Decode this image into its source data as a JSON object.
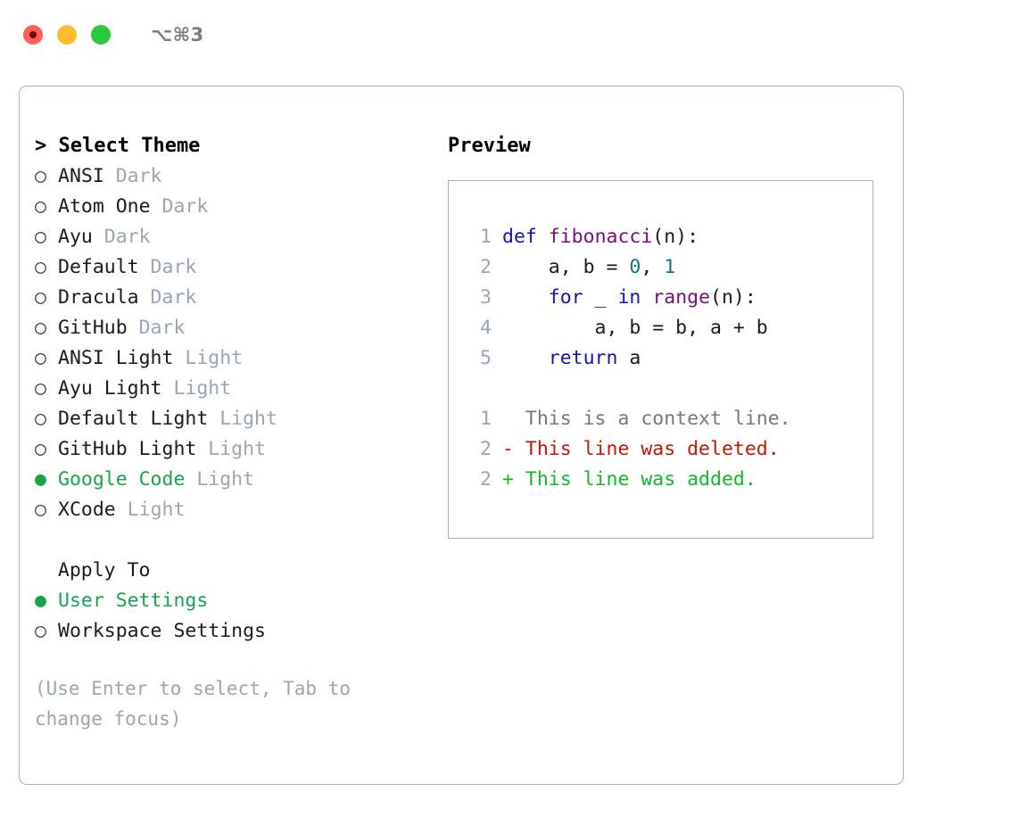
{
  "titlebar": {
    "shortcut": "⌥⌘3",
    "buttons": [
      "close",
      "minimize",
      "maximize"
    ]
  },
  "left": {
    "header": "> Select Theme",
    "themes": [
      {
        "bullet": "○",
        "name": "ANSI",
        "tag": "Dark",
        "selected": false
      },
      {
        "bullet": "○",
        "name": "Atom One",
        "tag": "Dark",
        "selected": false
      },
      {
        "bullet": "○",
        "name": "Ayu",
        "tag": "Dark",
        "selected": false
      },
      {
        "bullet": "○",
        "name": "Default",
        "tag": "Dark",
        "selected": false
      },
      {
        "bullet": "○",
        "name": "Dracula",
        "tag": "Dark",
        "selected": false
      },
      {
        "bullet": "○",
        "name": "GitHub",
        "tag": "Dark",
        "selected": false
      },
      {
        "bullet": "○",
        "name": "ANSI Light",
        "tag": "Light",
        "selected": false
      },
      {
        "bullet": "○",
        "name": "Ayu Light",
        "tag": "Light",
        "selected": false
      },
      {
        "bullet": "○",
        "name": "Default Light",
        "tag": "Light",
        "selected": false
      },
      {
        "bullet": "○",
        "name": "GitHub Light",
        "tag": "Light",
        "selected": false
      },
      {
        "bullet": "●",
        "name": "Google Code",
        "tag": "Light",
        "selected": true
      },
      {
        "bullet": "○",
        "name": "XCode",
        "tag": "Light",
        "selected": false
      }
    ],
    "apply_to_header": "  Apply To",
    "apply_to": [
      {
        "bullet": "●",
        "name": "User Settings",
        "selected": true
      },
      {
        "bullet": "○",
        "name": "Workspace Settings",
        "selected": false
      }
    ],
    "hint": "(Use Enter to select, Tab to change focus)"
  },
  "right": {
    "preview_label": "Preview",
    "code_lines": [
      {
        "lineno": "1",
        "tokens": [
          {
            "t": "def",
            "c": "kw"
          },
          {
            "t": " ",
            "c": "pl"
          },
          {
            "t": "fibonacci",
            "c": "fn"
          },
          {
            "t": "(n):",
            "c": "pl"
          }
        ]
      },
      {
        "lineno": "2",
        "tokens": [
          {
            "t": "    a, b = ",
            "c": "pl"
          },
          {
            "t": "0",
            "c": "num"
          },
          {
            "t": ", ",
            "c": "pl"
          },
          {
            "t": "1",
            "c": "num"
          }
        ]
      },
      {
        "lineno": "3",
        "tokens": [
          {
            "t": "    ",
            "c": "pl"
          },
          {
            "t": "for",
            "c": "kw"
          },
          {
            "t": " _ ",
            "c": "pl"
          },
          {
            "t": "in",
            "c": "kw"
          },
          {
            "t": " ",
            "c": "pl"
          },
          {
            "t": "range",
            "c": "fn"
          },
          {
            "t": "(n):",
            "c": "pl"
          }
        ]
      },
      {
        "lineno": "4",
        "tokens": [
          {
            "t": "        a, b = b, a + b",
            "c": "pl"
          }
        ]
      },
      {
        "lineno": "5",
        "tokens": [
          {
            "t": "    ",
            "c": "pl"
          },
          {
            "t": "return",
            "c": "kw"
          },
          {
            "t": " a",
            "c": "pl"
          }
        ]
      }
    ],
    "diff_lines": [
      {
        "lineno": "1",
        "marker": "  ",
        "text": "This is a context line.",
        "kind": "ctx"
      },
      {
        "lineno": "2",
        "marker": "- ",
        "text": "This line was deleted.",
        "kind": "del"
      },
      {
        "lineno": "2",
        "marker": "+ ",
        "text": "This line was added.",
        "kind": "add"
      }
    ]
  },
  "colors": {
    "accent_green": "#17a44b",
    "muted": "#9aa5b5",
    "border": "#aab2c0",
    "keyword": "#1414b0",
    "function": "#7b0d7b",
    "number": "#0f7a75",
    "diff_delete": "#c21807",
    "diff_add": "#0fba2a"
  }
}
